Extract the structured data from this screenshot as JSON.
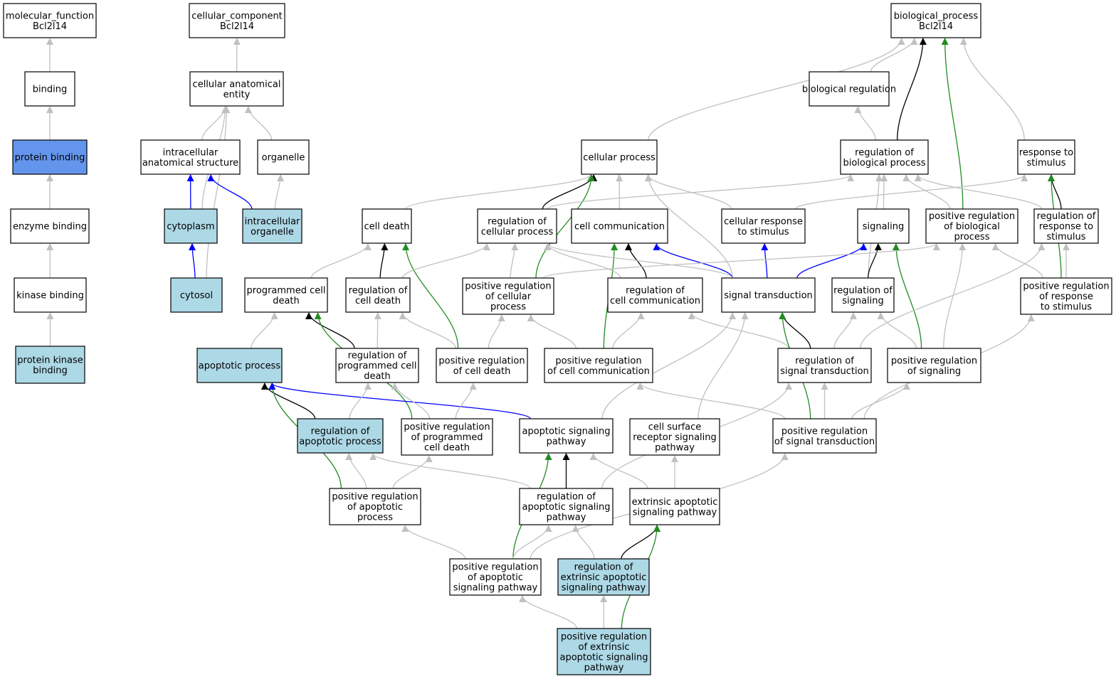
{
  "colors": {
    "node_default": "#ffffff",
    "node_annotated": "#add8e6",
    "node_focus": "#6495ed",
    "edge_is_a": "#c0c0c0",
    "edge_regulates": "#000000",
    "edge_positively_regulates": "#228b22",
    "edge_part_of": "#0000ff"
  },
  "nodes": [
    {
      "id": "mf",
      "lines": [
        "molecular_function",
        "Bcl2l14"
      ],
      "fill": "#ffffff"
    },
    {
      "id": "cc",
      "lines": [
        "cellular_component",
        "Bcl2l14"
      ],
      "fill": "#ffffff"
    },
    {
      "id": "bp",
      "lines": [
        "biological_process",
        "Bcl2l14"
      ],
      "fill": "#ffffff"
    },
    {
      "id": "binding",
      "lines": [
        "binding"
      ],
      "fill": "#ffffff"
    },
    {
      "id": "cae",
      "lines": [
        "cellular anatomical",
        "entity"
      ],
      "fill": "#ffffff"
    },
    {
      "id": "biolreg",
      "lines": [
        "biological regulation"
      ],
      "fill": "#ffffff"
    },
    {
      "id": "protbind",
      "lines": [
        "protein binding"
      ],
      "fill": "#6495ed"
    },
    {
      "id": "ias",
      "lines": [
        "intracellular",
        "anatomical structure"
      ],
      "fill": "#ffffff"
    },
    {
      "id": "organelle",
      "lines": [
        "organelle"
      ],
      "fill": "#ffffff"
    },
    {
      "id": "cellproc",
      "lines": [
        "cellular process"
      ],
      "fill": "#ffffff"
    },
    {
      "id": "regbio",
      "lines": [
        "regulation of",
        "biological process"
      ],
      "fill": "#ffffff"
    },
    {
      "id": "respstim",
      "lines": [
        "response to",
        "stimulus"
      ],
      "fill": "#ffffff"
    },
    {
      "id": "enzbind",
      "lines": [
        "enzyme binding"
      ],
      "fill": "#ffffff"
    },
    {
      "id": "cytoplasm",
      "lines": [
        "cytoplasm"
      ],
      "fill": "#add8e6"
    },
    {
      "id": "intorg",
      "lines": [
        "intracellular",
        "organelle"
      ],
      "fill": "#add8e6"
    },
    {
      "id": "celldeath",
      "lines": [
        "cell death"
      ],
      "fill": "#ffffff"
    },
    {
      "id": "regcellproc",
      "lines": [
        "regulation of",
        "cellular process"
      ],
      "fill": "#ffffff"
    },
    {
      "id": "cellcomm",
      "lines": [
        "cell communication"
      ],
      "fill": "#ffffff"
    },
    {
      "id": "cellresp",
      "lines": [
        "cellular response",
        "to stimulus"
      ],
      "fill": "#ffffff"
    },
    {
      "id": "signaling",
      "lines": [
        "signaling"
      ],
      "fill": "#ffffff"
    },
    {
      "id": "posregbio",
      "lines": [
        "positive regulation",
        "of biological",
        "process"
      ],
      "fill": "#ffffff"
    },
    {
      "id": "regresp",
      "lines": [
        "regulation of",
        "response to",
        "stimulus"
      ],
      "fill": "#ffffff"
    },
    {
      "id": "kinbind",
      "lines": [
        "kinase binding"
      ],
      "fill": "#ffffff"
    },
    {
      "id": "cytosol",
      "lines": [
        "cytosol"
      ],
      "fill": "#add8e6"
    },
    {
      "id": "pcd",
      "lines": [
        "programmed cell",
        "death"
      ],
      "fill": "#ffffff"
    },
    {
      "id": "regcd",
      "lines": [
        "regulation of",
        "cell death"
      ],
      "fill": "#ffffff"
    },
    {
      "id": "posregcellproc",
      "lines": [
        "positive regulation",
        "of cellular",
        "process"
      ],
      "fill": "#ffffff"
    },
    {
      "id": "regcellcomm",
      "lines": [
        "regulation of",
        "cell communication"
      ],
      "fill": "#ffffff"
    },
    {
      "id": "sigtrans",
      "lines": [
        "signal transduction"
      ],
      "fill": "#ffffff"
    },
    {
      "id": "regsig",
      "lines": [
        "regulation of",
        "signaling"
      ],
      "fill": "#ffffff"
    },
    {
      "id": "posregresp",
      "lines": [
        "positive regulation",
        "of response",
        "to stimulus"
      ],
      "fill": "#ffffff"
    },
    {
      "id": "protkin",
      "lines": [
        "protein kinase",
        "binding"
      ],
      "fill": "#add8e6"
    },
    {
      "id": "apop",
      "lines": [
        "apoptotic process"
      ],
      "fill": "#add8e6"
    },
    {
      "id": "regpcd",
      "lines": [
        "regulation of",
        "programmed cell",
        "death"
      ],
      "fill": "#ffffff"
    },
    {
      "id": "posregcd",
      "lines": [
        "positive regulation",
        "of cell death"
      ],
      "fill": "#ffffff"
    },
    {
      "id": "posregcellcomm",
      "lines": [
        "positive regulation",
        "of cell communication"
      ],
      "fill": "#ffffff"
    },
    {
      "id": "regsigtrans",
      "lines": [
        "regulation of",
        "signal transduction"
      ],
      "fill": "#ffffff"
    },
    {
      "id": "posregsig",
      "lines": [
        "positive regulation",
        "of signaling"
      ],
      "fill": "#ffffff"
    },
    {
      "id": "regapop",
      "lines": [
        "regulation of",
        "apoptotic process"
      ],
      "fill": "#add8e6"
    },
    {
      "id": "posregpcd",
      "lines": [
        "positive regulation",
        "of programmed",
        "cell death"
      ],
      "fill": "#ffffff"
    },
    {
      "id": "apopsig",
      "lines": [
        "apoptotic signaling",
        "pathway"
      ],
      "fill": "#ffffff"
    },
    {
      "id": "csrsp",
      "lines": [
        "cell surface",
        "receptor signaling",
        "pathway"
      ],
      "fill": "#ffffff"
    },
    {
      "id": "posregsigtrans",
      "lines": [
        "positive regulation",
        "of signal transduction"
      ],
      "fill": "#ffffff"
    },
    {
      "id": "posregapop",
      "lines": [
        "positive regulation",
        "of apoptotic",
        "process"
      ],
      "fill": "#ffffff"
    },
    {
      "id": "regapopsig",
      "lines": [
        "regulation of",
        "apoptotic signaling",
        "pathway"
      ],
      "fill": "#ffffff"
    },
    {
      "id": "extapop",
      "lines": [
        "extrinsic apoptotic",
        "signaling pathway"
      ],
      "fill": "#ffffff"
    },
    {
      "id": "posregapopsig",
      "lines": [
        "positive regulation",
        "of apoptotic",
        "signaling pathway"
      ],
      "fill": "#ffffff"
    },
    {
      "id": "regext",
      "lines": [
        "regulation of",
        "extrinsic apoptotic",
        "signaling pathway"
      ],
      "fill": "#add8e6"
    },
    {
      "id": "posregext",
      "lines": [
        "positive regulation",
        "of extrinsic",
        "apoptotic signaling",
        "pathway"
      ],
      "fill": "#add8e6"
    }
  ],
  "edges": [
    {
      "from": "binding",
      "to": "mf",
      "type": "is_a"
    },
    {
      "from": "protbind",
      "to": "binding",
      "type": "is_a"
    },
    {
      "from": "enzbind",
      "to": "protbind",
      "type": "is_a"
    },
    {
      "from": "kinbind",
      "to": "enzbind",
      "type": "is_a"
    },
    {
      "from": "protkin",
      "to": "kinbind",
      "type": "is_a"
    },
    {
      "from": "cae",
      "to": "cc",
      "type": "is_a"
    },
    {
      "from": "ias",
      "to": "cae",
      "type": "is_a"
    },
    {
      "from": "organelle",
      "to": "cae",
      "type": "is_a"
    },
    {
      "from": "cytoplasm",
      "to": "cae",
      "type": "is_a"
    },
    {
      "from": "cytosol",
      "to": "cae",
      "type": "is_a"
    },
    {
      "from": "cytoplasm",
      "to": "ias",
      "type": "part_of"
    },
    {
      "from": "intorg",
      "to": "ias",
      "type": "part_of"
    },
    {
      "from": "intorg",
      "to": "organelle",
      "type": "is_a"
    },
    {
      "from": "cytosol",
      "to": "cytoplasm",
      "type": "part_of"
    },
    {
      "from": "biolreg",
      "to": "bp",
      "type": "is_a"
    },
    {
      "from": "cellproc",
      "to": "bp",
      "type": "is_a"
    },
    {
      "from": "respstim",
      "to": "bp",
      "type": "is_a"
    },
    {
      "from": "regbio",
      "to": "bp",
      "type": "regulates"
    },
    {
      "from": "posregbio",
      "to": "bp",
      "type": "positively_regulates"
    },
    {
      "from": "regbio",
      "to": "biolreg",
      "type": "is_a"
    },
    {
      "from": "celldeath",
      "to": "cellproc",
      "type": "is_a"
    },
    {
      "from": "regcellproc",
      "to": "cellproc",
      "type": "regulates"
    },
    {
      "from": "cellcomm",
      "to": "cellproc",
      "type": "is_a"
    },
    {
      "from": "cellresp",
      "to": "cellproc",
      "type": "is_a"
    },
    {
      "from": "sigtrans",
      "to": "cellproc",
      "type": "is_a"
    },
    {
      "from": "posregcellproc",
      "to": "cellproc",
      "type": "positively_regulates"
    },
    {
      "from": "regcellproc",
      "to": "regbio",
      "type": "is_a"
    },
    {
      "from": "signaling",
      "to": "regbio",
      "type": "is_a"
    },
    {
      "from": "regsig",
      "to": "regbio",
      "type": "is_a"
    },
    {
      "from": "posregbio",
      "to": "regbio",
      "type": "is_a"
    },
    {
      "from": "regresp",
      "to": "regbio",
      "type": "is_a"
    },
    {
      "from": "cellresp",
      "to": "respstim",
      "type": "is_a"
    },
    {
      "from": "regresp",
      "to": "respstim",
      "type": "regulates"
    },
    {
      "from": "posregresp",
      "to": "respstim",
      "type": "positively_regulates"
    },
    {
      "from": "sigtrans",
      "to": "cellcomm",
      "type": "part_of"
    },
    {
      "from": "regcellcomm",
      "to": "cellcomm",
      "type": "regulates"
    },
    {
      "from": "posregcellcomm",
      "to": "cellcomm",
      "type": "positively_regulates"
    },
    {
      "from": "sigtrans",
      "to": "cellresp",
      "type": "part_of"
    },
    {
      "from": "sigtrans",
      "to": "signaling",
      "type": "part_of"
    },
    {
      "from": "regsig",
      "to": "signaling",
      "type": "regulates"
    },
    {
      "from": "posregsig",
      "to": "signaling",
      "type": "positively_regulates"
    },
    {
      "from": "posregcellproc",
      "to": "posregbio",
      "type": "is_a"
    },
    {
      "from": "posregsig",
      "to": "posregbio",
      "type": "is_a"
    },
    {
      "from": "posregresp",
      "to": "posregbio",
      "type": "is_a"
    },
    {
      "from": "posregresp",
      "to": "regresp",
      "type": "is_a"
    },
    {
      "from": "regsigtrans",
      "to": "regresp",
      "type": "is_a"
    },
    {
      "from": "pcd",
      "to": "celldeath",
      "type": "is_a"
    },
    {
      "from": "regcd",
      "to": "celldeath",
      "type": "regulates"
    },
    {
      "from": "posregcd",
      "to": "celldeath",
      "type": "positively_regulates"
    },
    {
      "from": "regcd",
      "to": "regcellproc",
      "type": "is_a"
    },
    {
      "from": "posregcellproc",
      "to": "regcellproc",
      "type": "is_a"
    },
    {
      "from": "sigtrans",
      "to": "regcellproc",
      "type": "is_a"
    },
    {
      "from": "regcellcomm",
      "to": "regcellproc",
      "type": "is_a"
    },
    {
      "from": "apop",
      "to": "pcd",
      "type": "is_a"
    },
    {
      "from": "regpcd",
      "to": "pcd",
      "type": "regulates"
    },
    {
      "from": "posregpcd",
      "to": "pcd",
      "type": "positively_regulates"
    },
    {
      "from": "regpcd",
      "to": "regcd",
      "type": "is_a"
    },
    {
      "from": "posregcd",
      "to": "regcd",
      "type": "is_a"
    },
    {
      "from": "posregcd",
      "to": "posregcellproc",
      "type": "is_a"
    },
    {
      "from": "posregcellcomm",
      "to": "posregcellproc",
      "type": "is_a"
    },
    {
      "from": "posregcellcomm",
      "to": "regcellcomm",
      "type": "is_a"
    },
    {
      "from": "regsigtrans",
      "to": "regcellcomm",
      "type": "is_a"
    },
    {
      "from": "regsigtrans",
      "to": "sigtrans",
      "type": "regulates"
    },
    {
      "from": "posregsigtrans",
      "to": "sigtrans",
      "type": "positively_regulates"
    },
    {
      "from": "apopsig",
      "to": "sigtrans",
      "type": "is_a"
    },
    {
      "from": "csrsp",
      "to": "sigtrans",
      "type": "is_a"
    },
    {
      "from": "regsigtrans",
      "to": "regsig",
      "type": "is_a"
    },
    {
      "from": "posregsig",
      "to": "regsig",
      "type": "is_a"
    },
    {
      "from": "posregsigtrans",
      "to": "regsigtrans",
      "type": "is_a"
    },
    {
      "from": "posregsigtrans",
      "to": "posregsig",
      "type": "is_a"
    },
    {
      "from": "posregsigtrans",
      "to": "posregresp",
      "type": "is_a"
    },
    {
      "from": "posregsigtrans",
      "to": "posregcellcomm",
      "type": "is_a"
    },
    {
      "from": "regapop",
      "to": "apop",
      "type": "regulates"
    },
    {
      "from": "posregapop",
      "to": "apop",
      "type": "positively_regulates"
    },
    {
      "from": "apopsig",
      "to": "apop",
      "type": "part_of"
    },
    {
      "from": "regapop",
      "to": "regpcd",
      "type": "is_a"
    },
    {
      "from": "posregpcd",
      "to": "regpcd",
      "type": "is_a"
    },
    {
      "from": "posregpcd",
      "to": "posregcd",
      "type": "is_a"
    },
    {
      "from": "posregapop",
      "to": "regapop",
      "type": "is_a"
    },
    {
      "from": "regapopsig",
      "to": "regapop",
      "type": "is_a"
    },
    {
      "from": "posregapop",
      "to": "posregpcd",
      "type": "is_a"
    },
    {
      "from": "regapopsig",
      "to": "apopsig",
      "type": "regulates"
    },
    {
      "from": "extapop",
      "to": "apopsig",
      "type": "is_a"
    },
    {
      "from": "posregapopsig",
      "to": "apopsig",
      "type": "positively_regulates"
    },
    {
      "from": "extapop",
      "to": "csrsp",
      "type": "is_a"
    },
    {
      "from": "regapopsig",
      "to": "regsigtrans",
      "type": "is_a"
    },
    {
      "from": "posregapopsig",
      "to": "posregsigtrans",
      "type": "is_a"
    },
    {
      "from": "posregapopsig",
      "to": "posregapop",
      "type": "is_a"
    },
    {
      "from": "posregapopsig",
      "to": "regapopsig",
      "type": "is_a"
    },
    {
      "from": "regext",
      "to": "regapopsig",
      "type": "is_a"
    },
    {
      "from": "regext",
      "to": "extapop",
      "type": "regulates"
    },
    {
      "from": "posregext",
      "to": "extapop",
      "type": "positively_regulates"
    },
    {
      "from": "posregext",
      "to": "posregapopsig",
      "type": "is_a"
    },
    {
      "from": "posregext",
      "to": "regext",
      "type": "is_a"
    }
  ]
}
